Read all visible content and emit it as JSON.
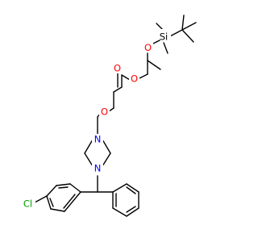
{
  "molecule": {
    "atoms": [
      {
        "id": "si",
        "symbol": "Si"
      },
      {
        "id": "o_silyl",
        "symbol": "O"
      },
      {
        "id": "o_ester_carbonyl",
        "symbol": "O"
      },
      {
        "id": "o_ester_link",
        "symbol": "O"
      },
      {
        "id": "o_ether",
        "symbol": "O"
      },
      {
        "id": "n_upper",
        "symbol": "N"
      },
      {
        "id": "n_lower",
        "symbol": "N"
      },
      {
        "id": "cl",
        "symbol": "Cl"
      }
    ]
  },
  "colors": {
    "O": "#ff0000",
    "N": "#0000ff",
    "Cl": "#00a000",
    "Si": "#000000",
    "bond": "#000000"
  }
}
